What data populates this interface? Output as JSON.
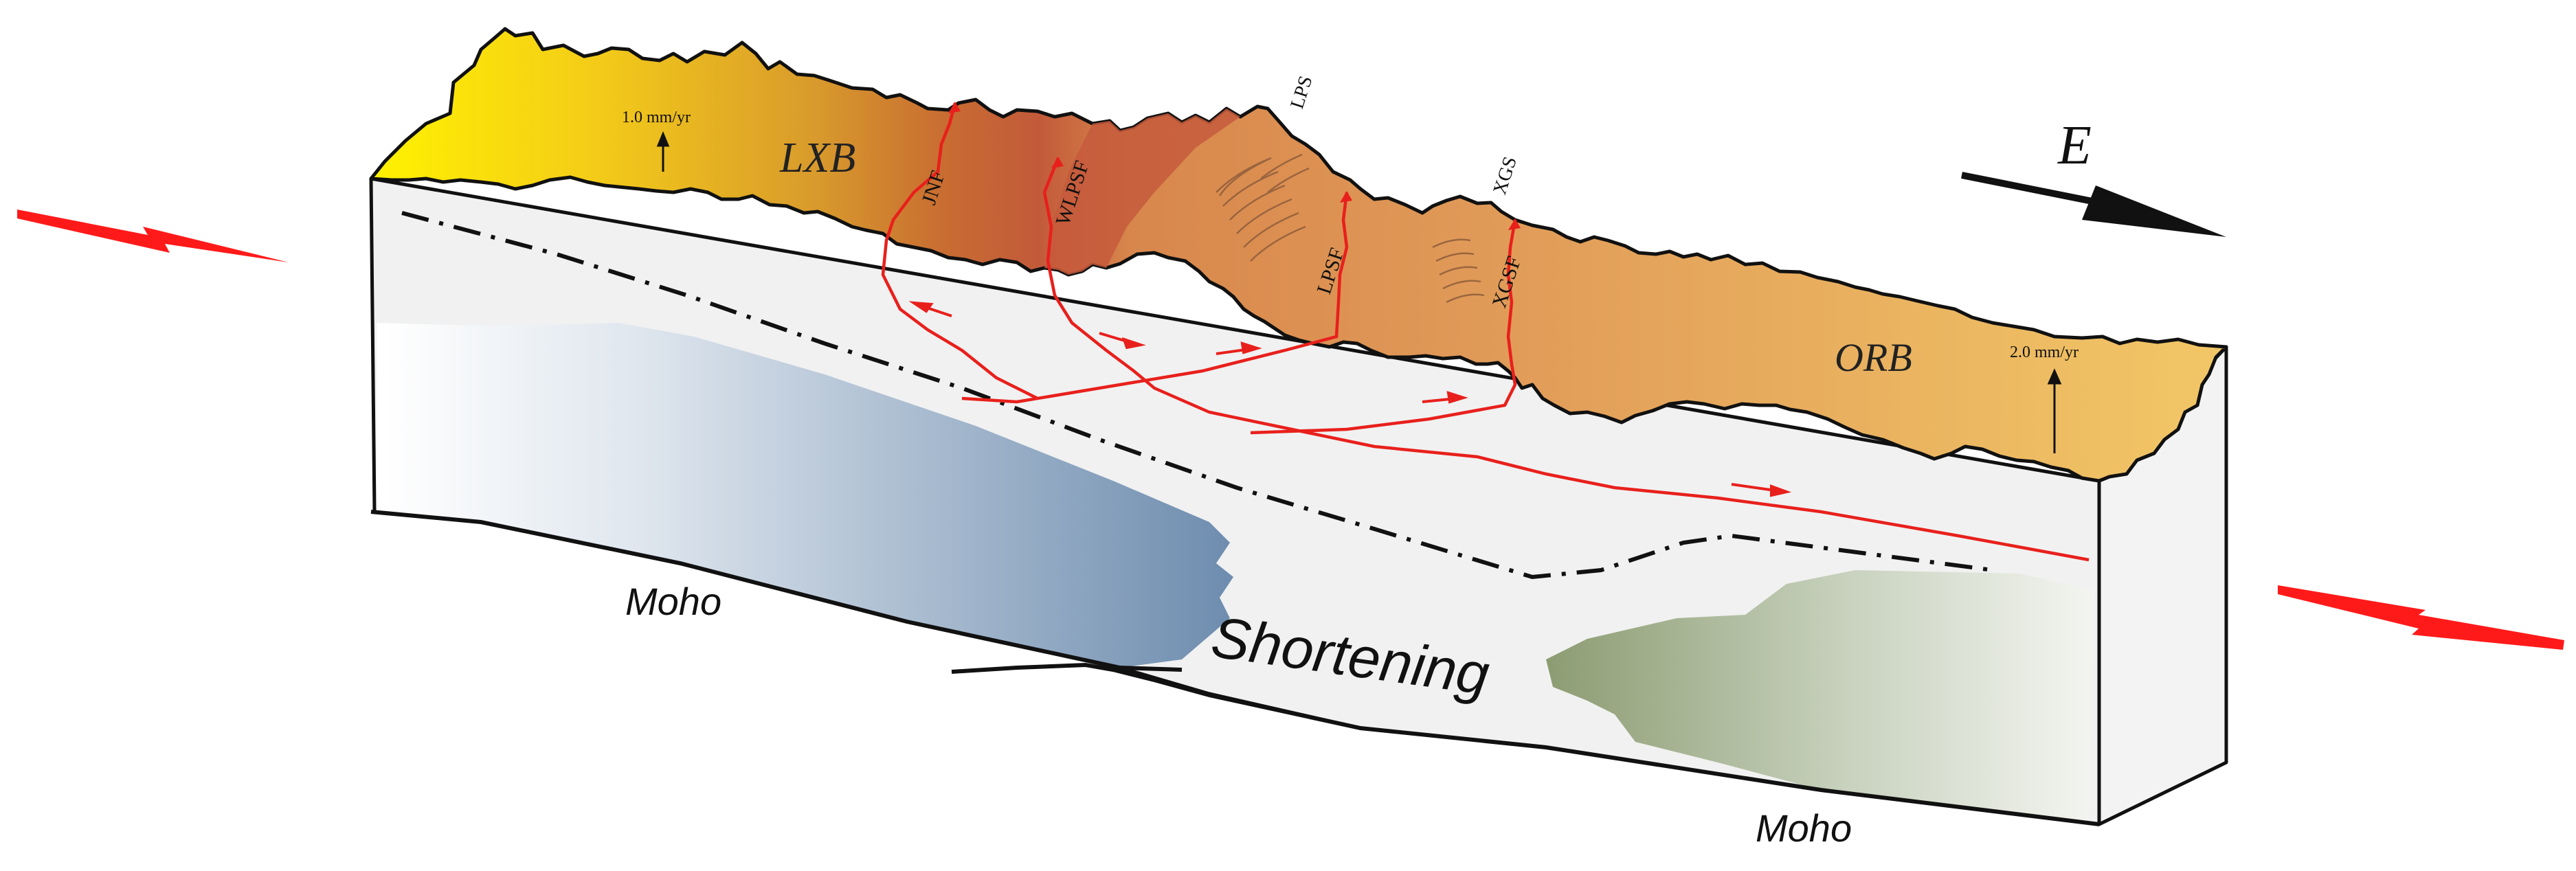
{
  "labels": {
    "LXB": "LXB",
    "ORB": "ORB",
    "JNF": "JNF",
    "WLPSF": "WLPSF",
    "LPS": "LPS",
    "LPSF": "LPSF",
    "XGS": "XGS",
    "XGSF": "XGSF",
    "E": "E",
    "rate_west": "1.0 mm/yr",
    "rate_east": "2.0 mm/yr",
    "shortening": "Shortening",
    "moho_west": "Moho",
    "moho_east": "Moho"
  },
  "colors": {
    "fault": "#e8201c",
    "compression_arrow": "#ff1a1a",
    "block_face": "#f1f1f1",
    "topo_west": "#ffee00",
    "topo_mid": "#c8622f",
    "topo_east": "#f0c060",
    "mantle_west": "#6f8fb0",
    "mantle_east": "#8fa07a",
    "outline": "#111111"
  }
}
